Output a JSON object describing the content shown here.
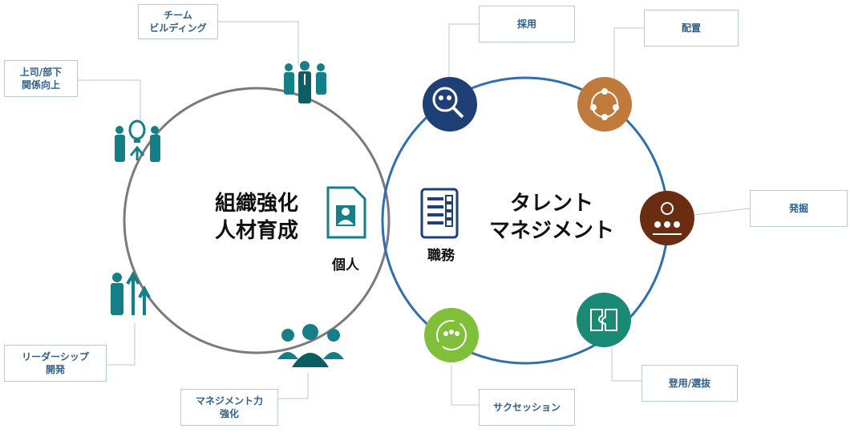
{
  "left_ring": {
    "title": "組織強化\n人材育成",
    "items": [
      {
        "label": "チーム\nビルディング",
        "icon": "team-people-icon"
      },
      {
        "label": "上司/部下\n関係向上",
        "icon": "idea-collaboration-icon"
      },
      {
        "label": "リーダーシップ\n開発",
        "icon": "growth-arrows-icon"
      },
      {
        "label": "マネジメント力\n強化",
        "icon": "leader-group-icon"
      }
    ]
  },
  "center": {
    "individual_label": "個人",
    "individual_icon": "employee-profile-icon",
    "duty_label": "職務",
    "duty_icon": "checklist-icon"
  },
  "right_ring": {
    "title": "タレント\nマネジメント",
    "items": [
      {
        "label": "採用",
        "icon": "recruit-search-icon",
        "color": "#1f3f77"
      },
      {
        "label": "配置",
        "icon": "placement-network-icon",
        "color": "#c07a3c"
      },
      {
        "label": "発掘",
        "icon": "discover-bulb-icon",
        "color": "#6b2d12"
      },
      {
        "label": "登用/選抜",
        "icon": "puzzle-icon",
        "color": "#1b8a74"
      },
      {
        "label": "サクセッション",
        "icon": "succession-cycle-icon",
        "color": "#7fbf3a"
      }
    ]
  },
  "colors": {
    "left_ring": "#7a7a7a",
    "right_ring": "#2f6fae",
    "teal_icon": "#147f86",
    "label_text": "#2f5f8a"
  }
}
